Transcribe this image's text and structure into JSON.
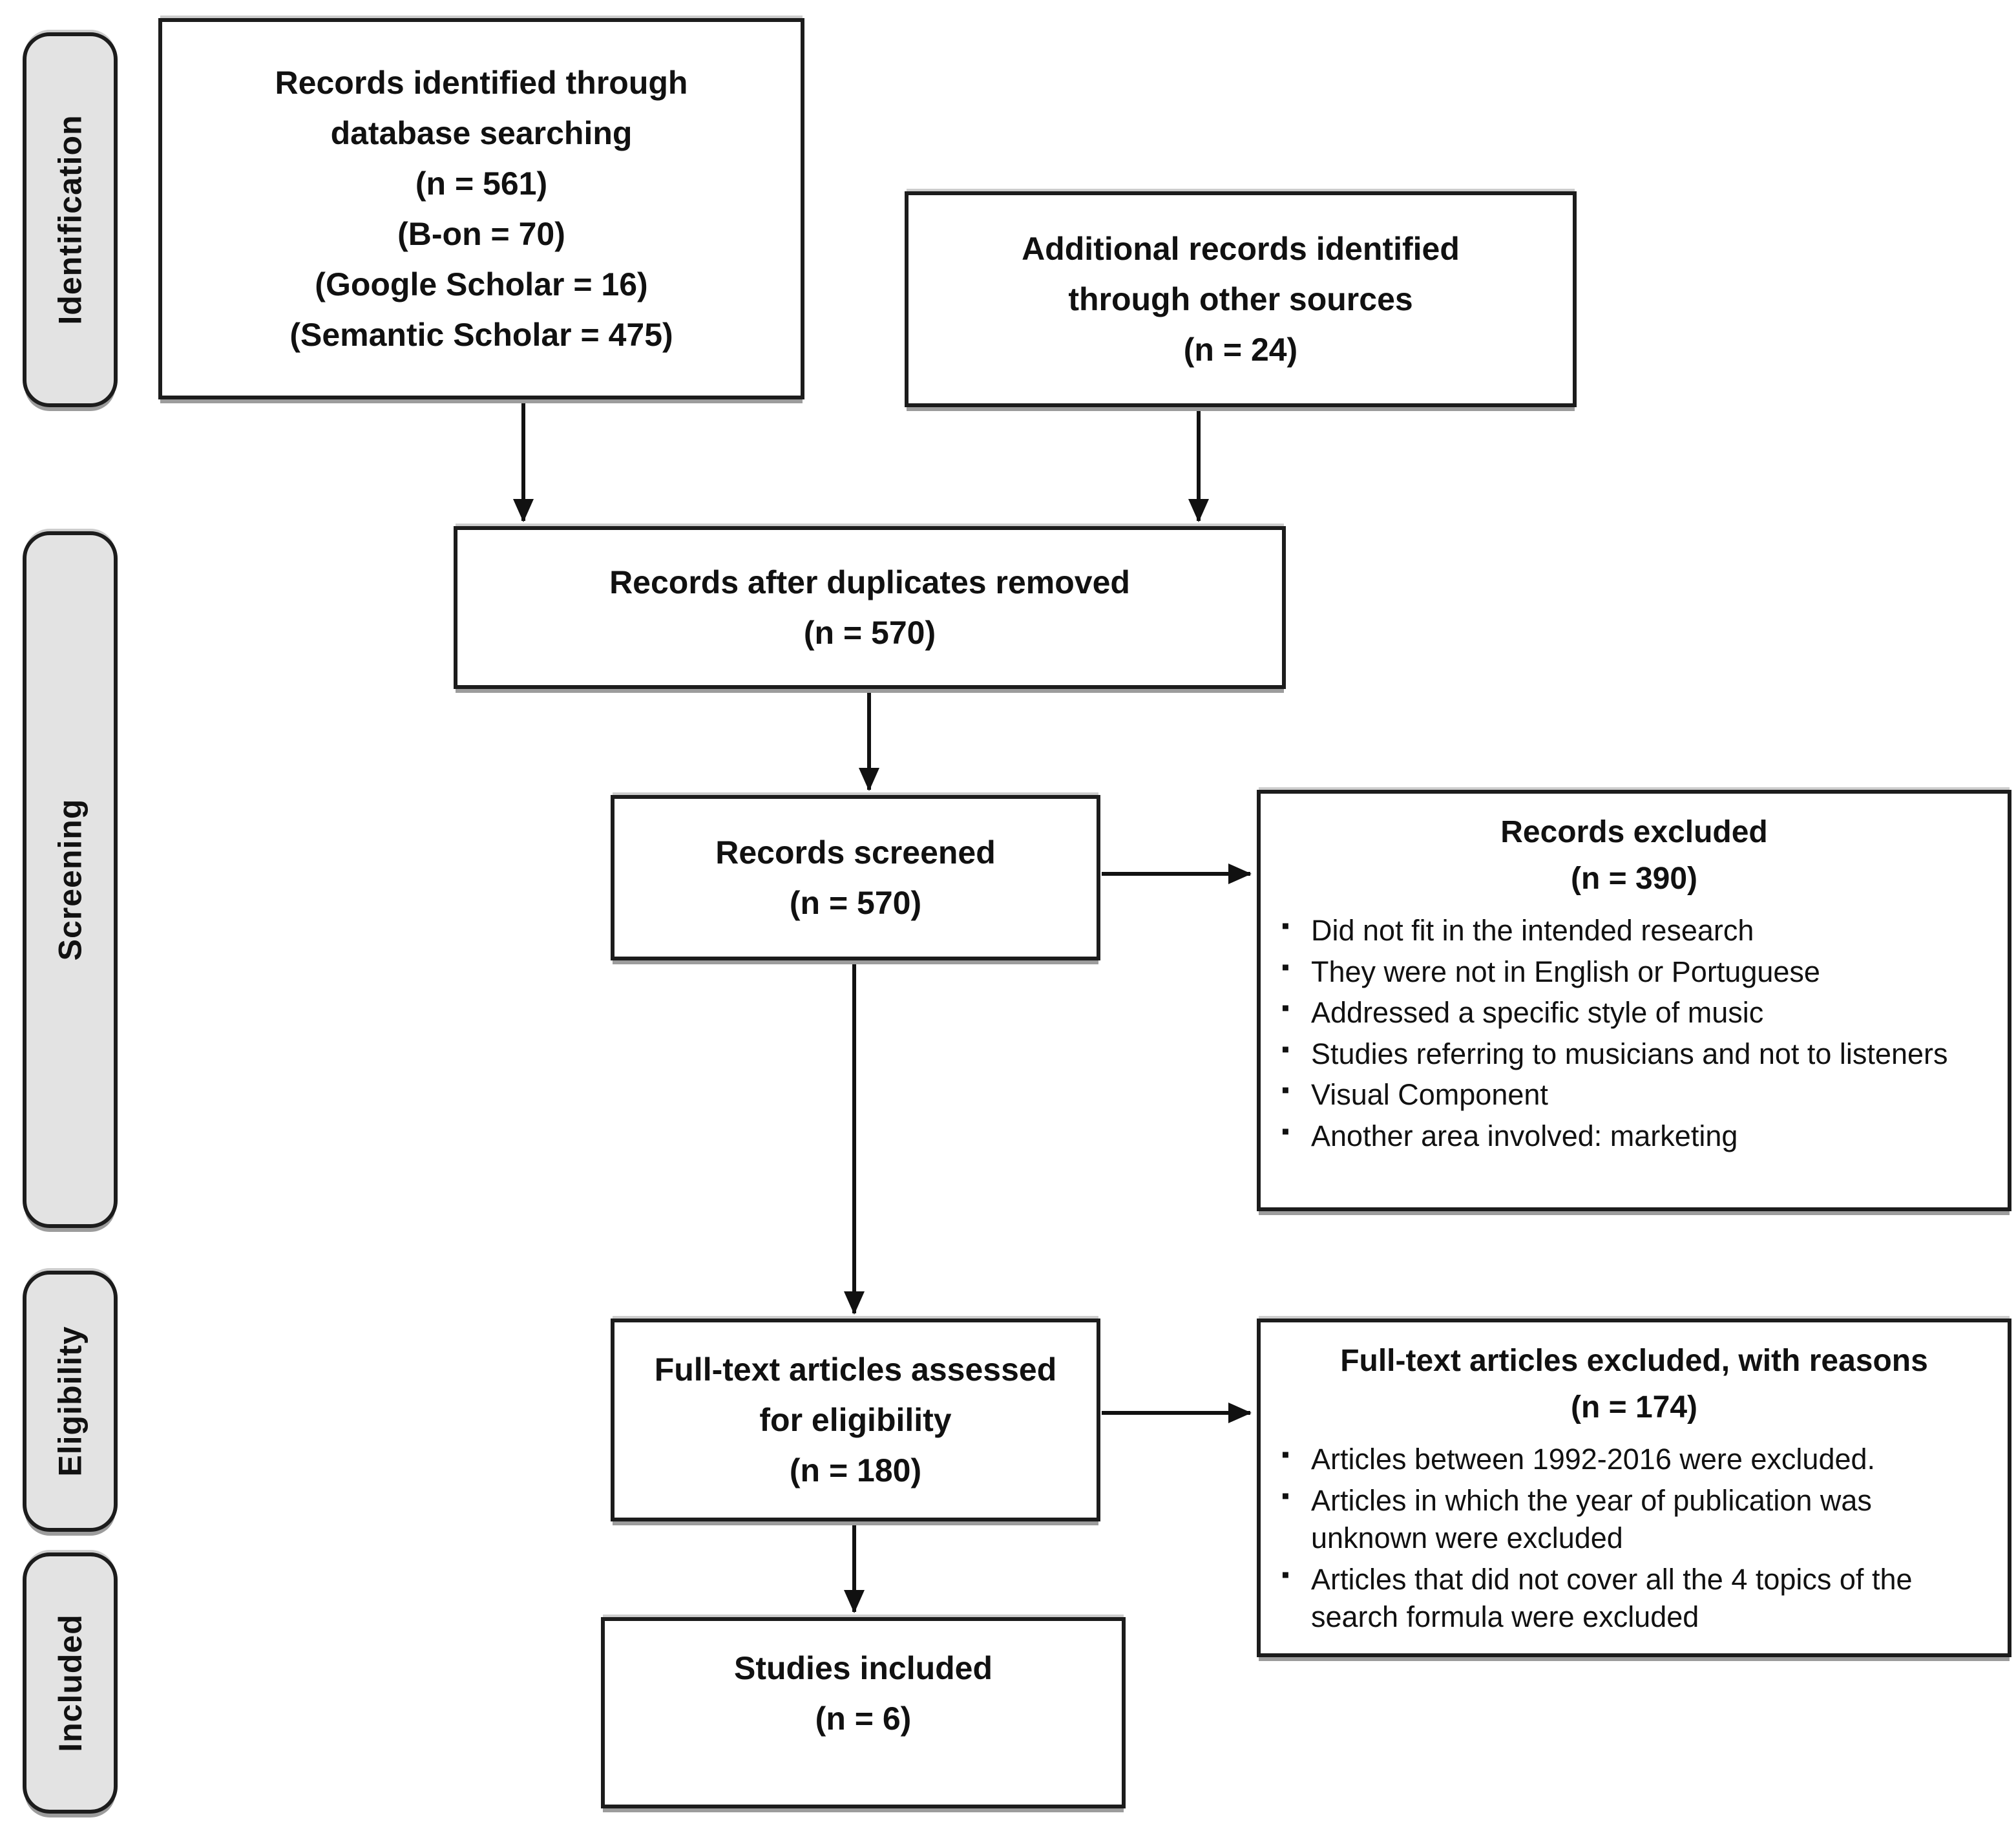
{
  "figure": {
    "type": "prisma-flow-diagram",
    "background_color": "#ffffff",
    "box_fill": "#ffffff",
    "stage_fill": "#e3e3e3",
    "border_color": "#1c1c1c",
    "shadow_color": "#9c9c9c",
    "text_color": "#111111"
  },
  "stages": [
    {
      "label": "Identification"
    },
    {
      "label": "Screening"
    },
    {
      "label": "Eligibility"
    },
    {
      "label": "Included"
    }
  ],
  "boxes": {
    "identified": {
      "lines": [
        "Records identified through",
        "database searching",
        "(n =  561)",
        "(B-on = 70)",
        "(Google Scholar = 16)",
        "(Semantic Scholar = 475)"
      ]
    },
    "additional": {
      "lines": [
        "Additional records identified",
        "through other sources",
        "(n = 24)"
      ]
    },
    "duplicates": {
      "lines": [
        "Records after duplicates removed",
        "(n = 570)"
      ]
    },
    "screened": {
      "lines": [
        "Records screened",
        "(n = 570)"
      ]
    },
    "excluded": {
      "title": "Records excluded",
      "count": "(n = 390)",
      "bullets": [
        "Did not fit in the intended research",
        "They were not in English or Portuguese",
        "Addressed a specific style of music",
        "Studies referring to musicians and not to listeners",
        "Visual Component",
        "Another area involved: marketing"
      ]
    },
    "fulltext": {
      "lines": [
        "Full-text articles assessed",
        "for eligibility",
        "(n = 180)"
      ]
    },
    "fulltext_excluded": {
      "title": "Full-text articles excluded, with reasons",
      "count": "(n = 174)",
      "bullets": [
        "Articles between 1992-2016 were excluded.",
        "Articles in which the year of publication was unknown were excluded",
        "Articles that did not cover all the 4 topics of the search formula were excluded"
      ]
    },
    "included": {
      "lines": [
        "Studies included",
        "(n = 6)"
      ]
    }
  }
}
